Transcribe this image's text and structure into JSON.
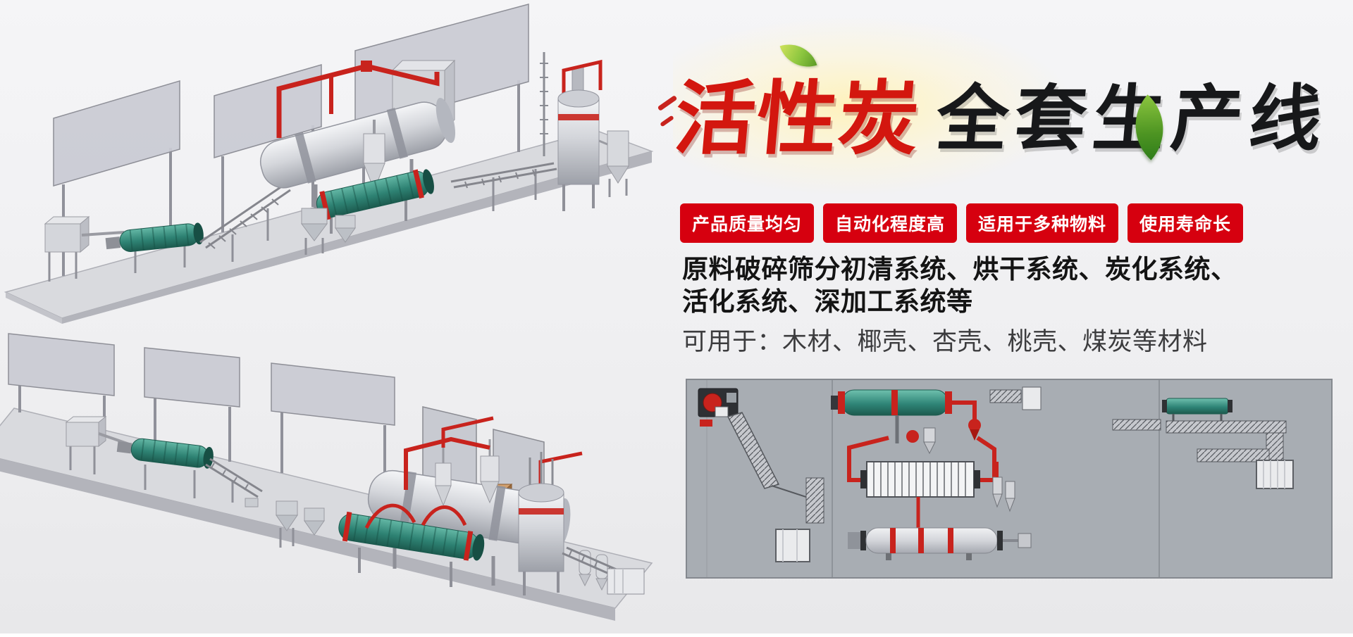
{
  "hero": {
    "title_red": "活性炭",
    "title_black": "全套生产线",
    "badges": [
      "产品质量均匀",
      "自动化程度高",
      "适用于多种物料",
      "使用寿命长"
    ],
    "desc_line1": "原料破碎筛分初清系统、烘干系统、炭化系统、",
    "desc_line2": "活化系统、深加工系统等",
    "usage": "可用于：木材、椰壳、杏壳、桃壳、煤炭等材料"
  },
  "colors": {
    "badge_red": "#d6000f",
    "title_red": "#d3170f",
    "title_black": "#17181a",
    "pipe_red": "#c8231d",
    "machine_teal": "#2f8577",
    "leaf_green": "#6fb92c",
    "panel_gray": "#a8adb3",
    "background": "#f1f1f3"
  }
}
